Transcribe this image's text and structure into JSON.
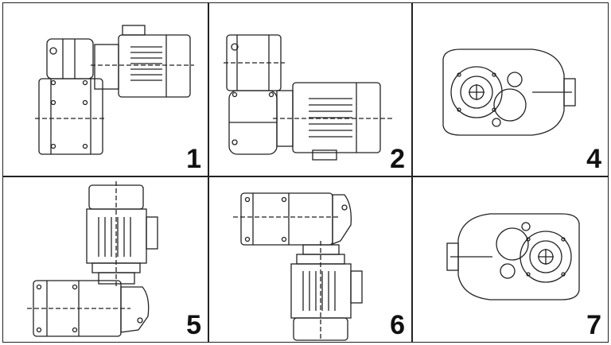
{
  "panels": [
    {
      "id": "1",
      "label": "1"
    },
    {
      "id": "2",
      "label": "2"
    },
    {
      "id": "4",
      "label": "4"
    },
    {
      "id": "5",
      "label": "5"
    },
    {
      "id": "6",
      "label": "6"
    },
    {
      "id": "7",
      "label": "7"
    }
  ],
  "colors": {
    "line": "#222222",
    "background": "#ffffff"
  }
}
